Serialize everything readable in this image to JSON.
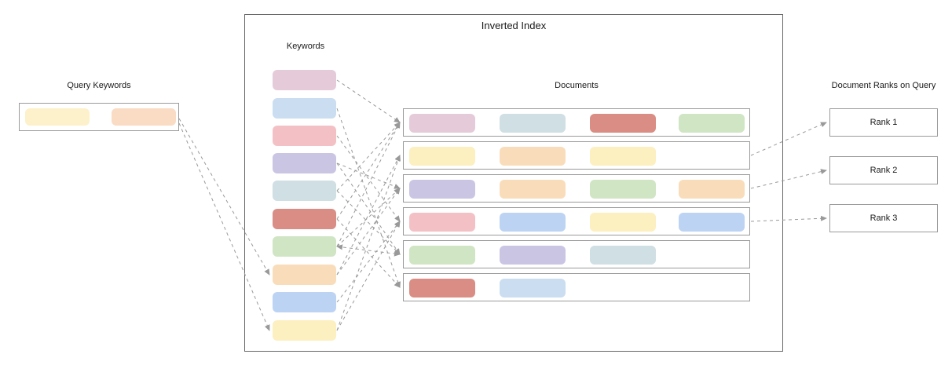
{
  "palette": {
    "mauve": "#e5cbd9",
    "blue": "#caddf1",
    "salmon": "#f3c1c5",
    "purple": "#cbc5e4",
    "bluegray": "#cfdfe3",
    "terracotta": "#d98d84",
    "green": "#d0e5c4",
    "peach": "#f9ddba",
    "periwinkle": "#bdd3f3",
    "yellow": "#fcefc0",
    "query_yellow": "#fdf1cb",
    "query_orange": "#fadcc4",
    "arrow": "#999999"
  },
  "query": {
    "label": "Query Keywords",
    "pills": [
      "query_yellow",
      "query_orange"
    ]
  },
  "inverted_index": {
    "title": "Inverted Index",
    "keywords": {
      "label": "Keywords",
      "pills": [
        "mauve",
        "blue",
        "salmon",
        "purple",
        "bluegray",
        "terracotta",
        "green",
        "peach",
        "periwinkle",
        "yellow"
      ]
    },
    "documents": {
      "label": "Documents",
      "rows": [
        [
          "mauve",
          "bluegray",
          "terracotta",
          "green"
        ],
        [
          "yellow",
          "peach",
          "yellow"
        ],
        [
          "purple",
          "peach",
          "green",
          "peach"
        ],
        [
          "salmon",
          "periwinkle",
          "yellow",
          "periwinkle"
        ],
        [
          "green",
          "purple",
          "bluegray"
        ],
        [
          "terracotta",
          "blue"
        ]
      ]
    }
  },
  "ranks": {
    "label": "Document Ranks on Query",
    "items": [
      "Rank 1",
      "Rank 2",
      "Rank 3"
    ]
  },
  "connections": {
    "query_to_keywords": [
      8,
      10
    ],
    "keywords_to_documents": [
      {
        "keyword": 1,
        "rows": [
          1
        ],
        "double_headed_rows": []
      },
      {
        "keyword": 2,
        "rows": [
          6
        ],
        "double_headed_rows": []
      },
      {
        "keyword": 3,
        "rows": [
          4
        ],
        "double_headed_rows": []
      },
      {
        "keyword": 4,
        "rows": [
          3,
          5
        ],
        "double_headed_rows": []
      },
      {
        "keyword": 5,
        "rows": [
          1,
          5
        ],
        "double_headed_rows": []
      },
      {
        "keyword": 6,
        "rows": [
          1,
          6
        ],
        "double_headed_rows": []
      },
      {
        "keyword": 7,
        "rows": [
          1,
          3,
          5
        ],
        "double_headed_rows": [
          5
        ]
      },
      {
        "keyword": 8,
        "rows": [
          2,
          3
        ],
        "double_headed_rows": []
      },
      {
        "keyword": 9,
        "rows": [
          4
        ],
        "double_headed_rows": []
      },
      {
        "keyword": 10,
        "rows": [
          2,
          4
        ],
        "double_headed_rows": []
      }
    ],
    "documents_to_ranks": [
      {
        "row": 2,
        "rank": 1
      },
      {
        "row": 3,
        "rank": 2
      },
      {
        "row": 4,
        "rank": 3
      }
    ]
  }
}
